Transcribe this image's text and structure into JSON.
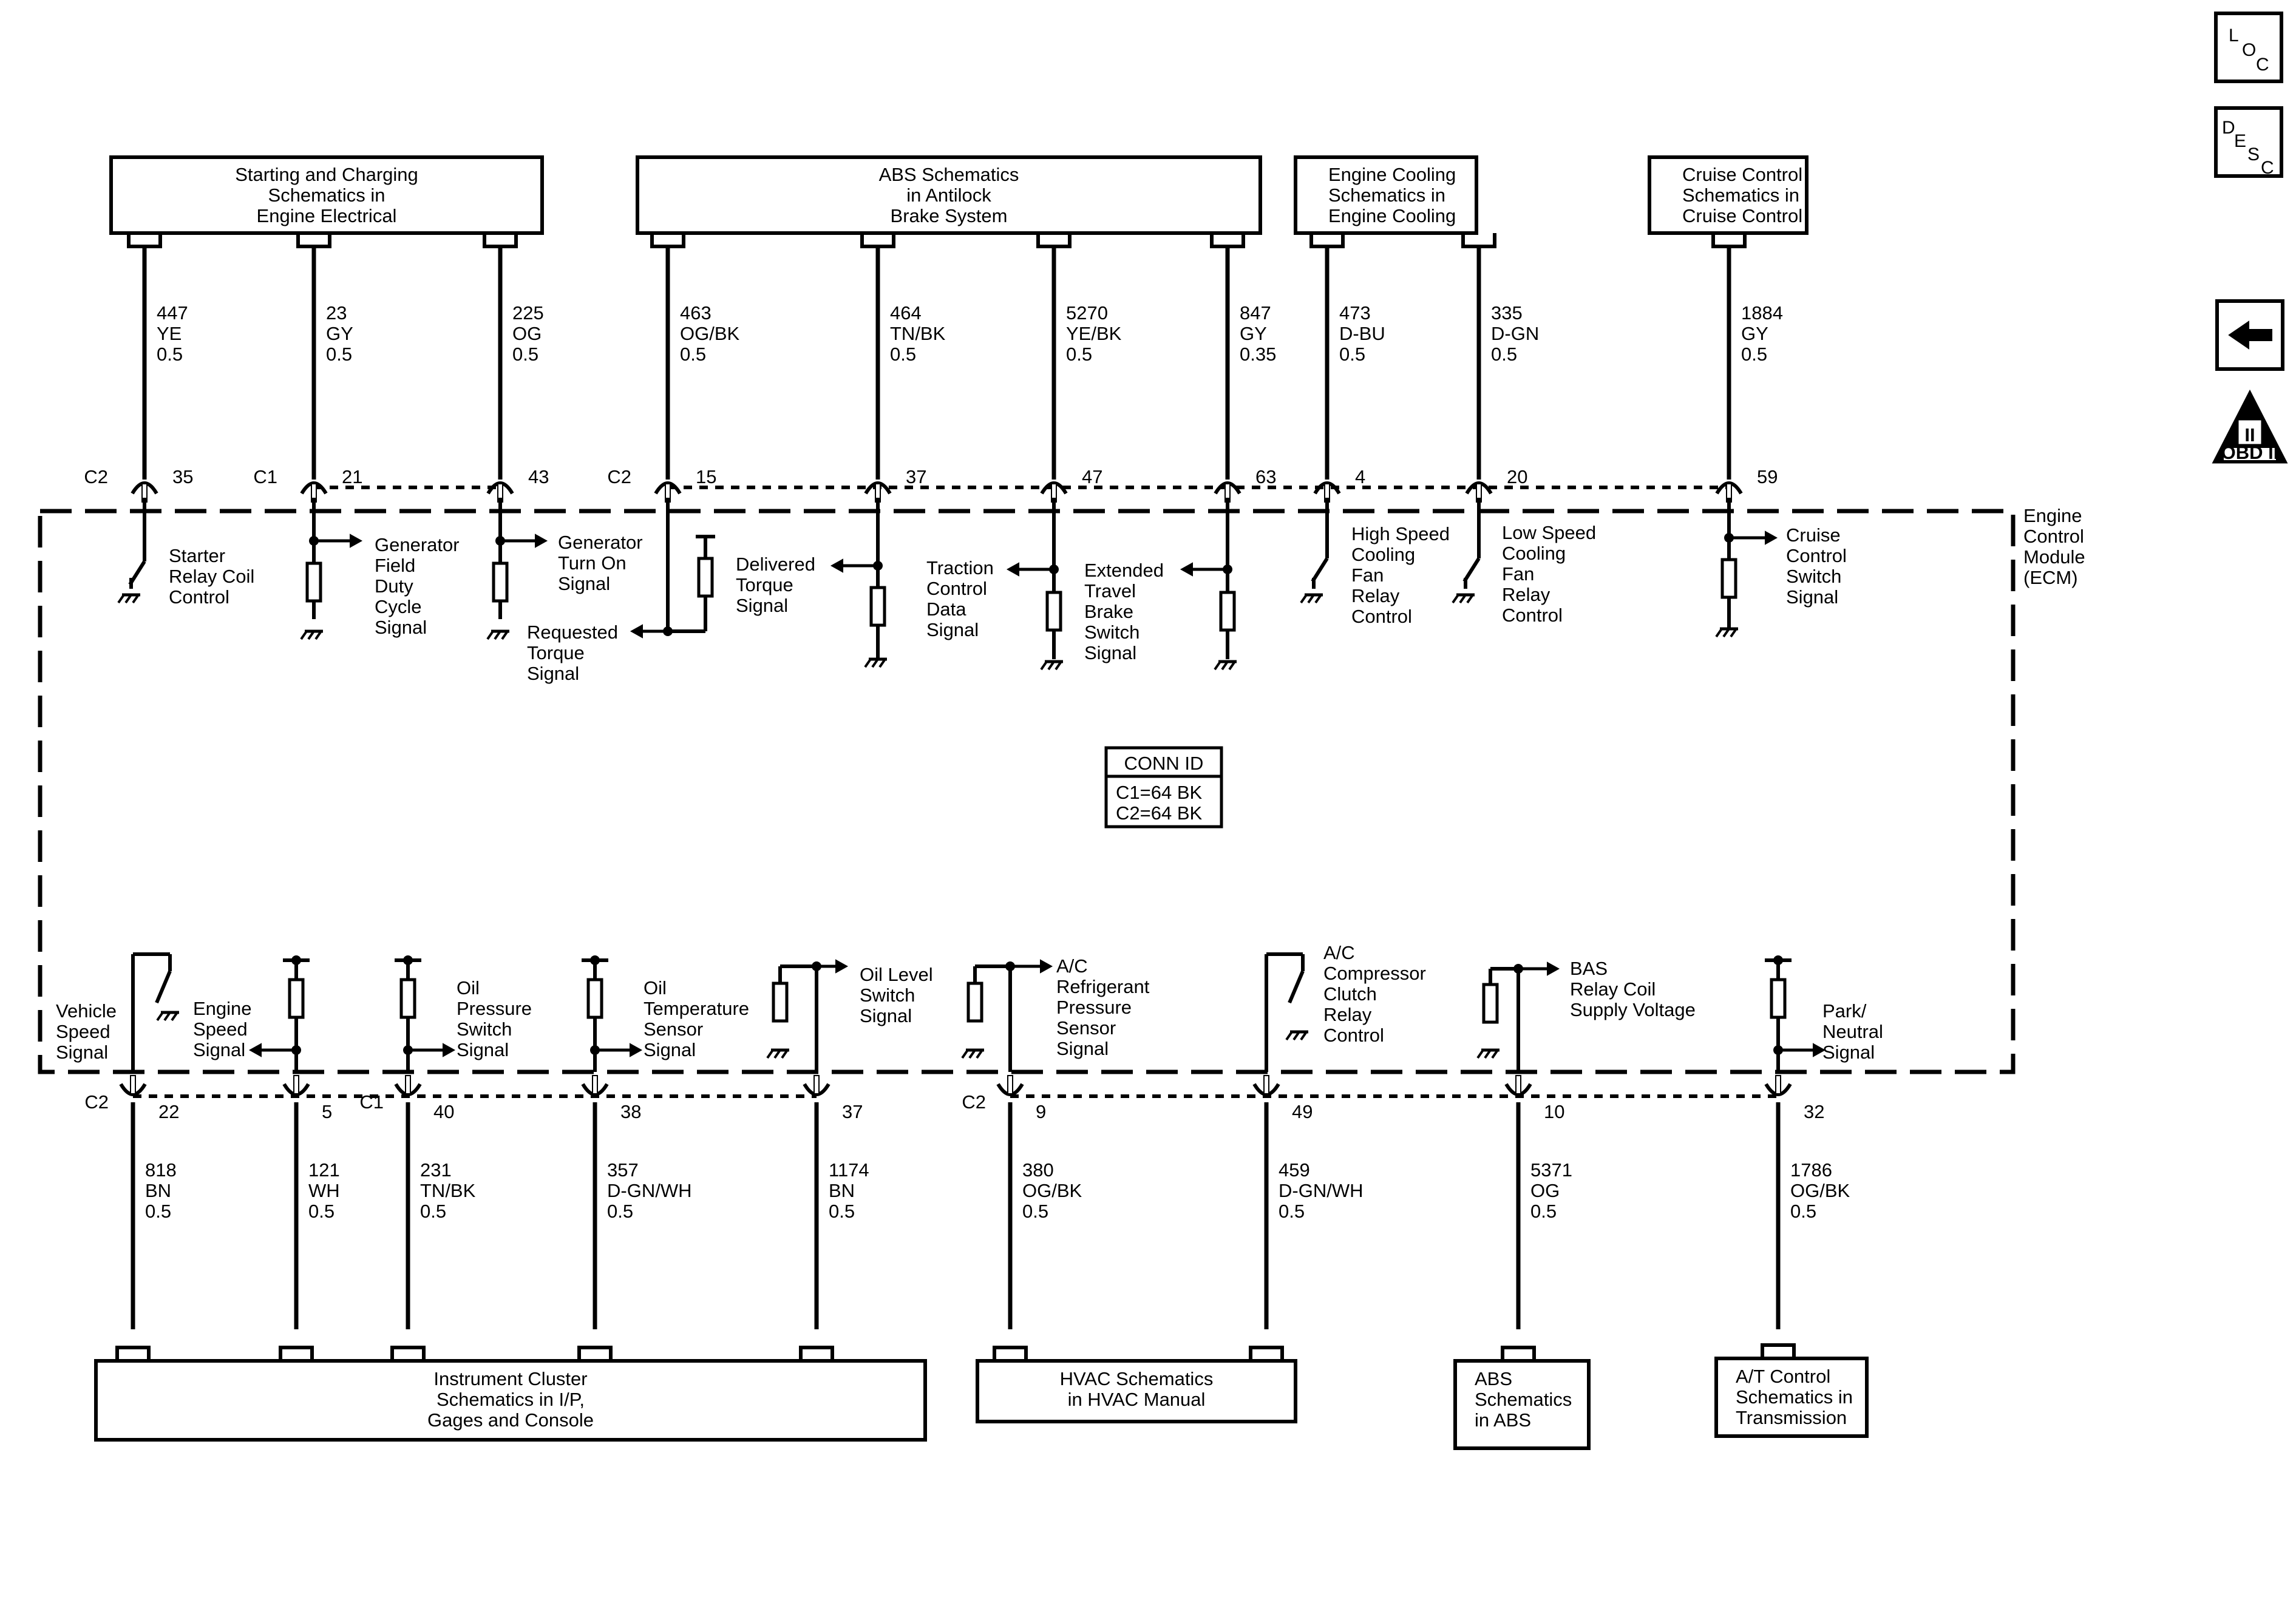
{
  "module": {
    "name": [
      "Engine",
      "Control",
      "Module",
      "(ECM)"
    ]
  },
  "conn_id": {
    "title": "CONN ID",
    "lines": [
      "C1=64 BK",
      "C2=64 BK"
    ]
  },
  "side_icons": {
    "loc": [
      "L",
      "O",
      "C"
    ],
    "desc": [
      "D",
      "E",
      "S",
      "C"
    ],
    "back": {
      "icon": "left-arrow-icon"
    },
    "obd": {
      "mark": "II",
      "label": "OBD II"
    }
  },
  "top_boxes": [
    {
      "lines": [
        "Starting and Charging",
        "Schematics in",
        "Engine Electrical"
      ]
    },
    {
      "lines": [
        "ABS Schematics",
        "in Antilock",
        "Brake System"
      ]
    },
    {
      "lines": [
        "Engine Cooling",
        "Schematics in",
        "Engine Cooling"
      ]
    },
    {
      "lines": [
        "Cruise Control",
        "Schematics in",
        "Cruise Control"
      ]
    }
  ],
  "bottom_boxes": [
    {
      "lines": [
        "Instrument Cluster",
        "Schematics in I/P,",
        "Gages and Console"
      ]
    },
    {
      "lines": [
        "HVAC Schematics",
        "in HVAC Manual"
      ]
    },
    {
      "lines": [
        "ABS",
        "Schematics",
        "in ABS"
      ]
    },
    {
      "lines": [
        "A/T Control",
        "Schematics in",
        "Transmission"
      ]
    }
  ],
  "top_circuits": [
    {
      "conn": "C2",
      "pin": "35",
      "wire": [
        "447",
        "YE",
        "0.5"
      ],
      "signal": [
        "Starter",
        "Relay Coil",
        "Control"
      ]
    },
    {
      "conn": "C1",
      "pin": "21",
      "wire": [
        "23",
        "GY",
        "0.5"
      ],
      "signal": [
        "Generator",
        "Field",
        "Duty",
        "Cycle",
        "Signal"
      ]
    },
    {
      "conn": "",
      "pin": "43",
      "wire": [
        "225",
        "OG",
        "0.5"
      ],
      "signal": [
        "Generator",
        "Turn On",
        "Signal"
      ]
    },
    {
      "conn": "C2",
      "pin": "15",
      "wire": [
        "463",
        "OG/BK",
        "0.5"
      ],
      "signal": [
        "Requested",
        "Torque",
        "Signal"
      ]
    },
    {
      "conn": "",
      "pin": "37",
      "wire": [
        "464",
        "TN/BK",
        "0.5"
      ],
      "signal": [
        "Delivered",
        "Torque",
        "Signal"
      ]
    },
    {
      "conn": "",
      "pin": "47",
      "wire": [
        "5270",
        "YE/BK",
        "0.5"
      ],
      "signal": [
        "Traction",
        "Control",
        "Data",
        "Signal"
      ]
    },
    {
      "conn": "",
      "pin": "63",
      "wire": [
        "847",
        "GY",
        "0.35"
      ],
      "signal": [
        "Extended",
        "Travel",
        "Brake",
        "Switch",
        "Signal"
      ]
    },
    {
      "conn": "",
      "pin": "4",
      "wire": [
        "473",
        "D-BU",
        "0.5"
      ],
      "signal": [
        "High Speed",
        "Cooling",
        "Fan",
        "Relay",
        "Control"
      ]
    },
    {
      "conn": "",
      "pin": "20",
      "wire": [
        "335",
        "D-GN",
        "0.5"
      ],
      "signal": [
        "Low Speed",
        "Cooling",
        "Fan",
        "Relay",
        "Control"
      ]
    },
    {
      "conn": "",
      "pin": "59",
      "wire": [
        "1884",
        "GY",
        "0.5"
      ],
      "signal": [
        "Cruise",
        "Control",
        "Switch",
        "Signal"
      ]
    }
  ],
  "bottom_circuits": [
    {
      "conn": "C2",
      "pin": "22",
      "wire": [
        "818",
        "BN",
        "0.5"
      ],
      "signal": [
        "Vehicle",
        "Speed",
        "Signal"
      ]
    },
    {
      "conn": "",
      "pin": "5",
      "wire": [
        "121",
        "WH",
        "0.5"
      ],
      "signal": [
        "Engine",
        "Speed",
        "Signal"
      ]
    },
    {
      "conn": "C1",
      "pin": "40",
      "wire": [
        "231",
        "TN/BK",
        "0.5"
      ],
      "signal": [
        "Oil",
        "Pressure",
        "Switch",
        "Signal"
      ]
    },
    {
      "conn": "",
      "pin": "38",
      "wire": [
        "357",
        "D-GN/WH",
        "0.5"
      ],
      "signal": [
        "Oil",
        "Temperature",
        "Sensor",
        "Signal"
      ]
    },
    {
      "conn": "",
      "pin": "37",
      "wire": [
        "1174",
        "BN",
        "0.5"
      ],
      "signal": [
        "Oil Level",
        "Switch",
        "Signal"
      ]
    },
    {
      "conn": "C2",
      "pin": "9",
      "wire": [
        "380",
        "OG/BK",
        "0.5"
      ],
      "signal": [
        "A/C",
        "Refrigerant",
        "Pressure",
        "Sensor",
        "Signal"
      ]
    },
    {
      "conn": "",
      "pin": "49",
      "wire": [
        "459",
        "D-GN/WH",
        "0.5"
      ],
      "signal": [
        "A/C",
        "Compressor",
        "Clutch",
        "Relay",
        "Control"
      ]
    },
    {
      "conn": "",
      "pin": "10",
      "wire": [
        "5371",
        "OG",
        "0.5"
      ],
      "signal": [
        "BAS",
        "Relay Coil",
        "Supply Voltage"
      ]
    },
    {
      "conn": "",
      "pin": "32",
      "wire": [
        "1786",
        "OG/BK",
        "0.5"
      ],
      "signal": [
        "Park/",
        "Neutral",
        "Signal"
      ]
    }
  ]
}
